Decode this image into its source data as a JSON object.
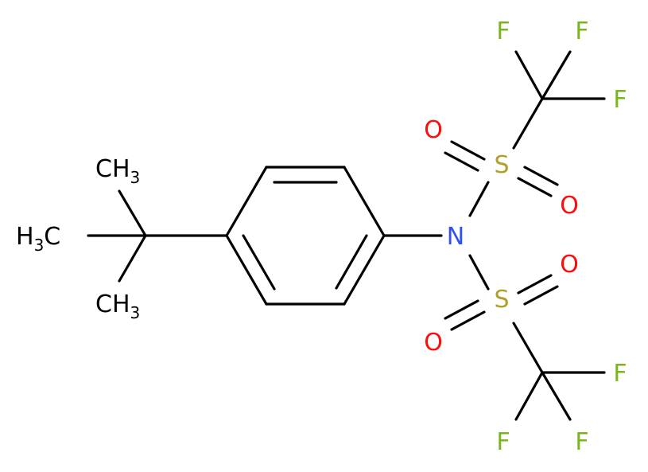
{
  "molecule": {
    "colors": {
      "bond": "#000000",
      "carbon": "#000000",
      "nitrogen": "#3050F8",
      "oxygen": "#FF0D0D",
      "sulfur": "#B2A02A",
      "fluorine": "#7AB51D"
    },
    "labels": {
      "methyl_top": {
        "main": "CH",
        "sub": "3"
      },
      "methyl_left": {
        "main": "H",
        "sub": "3",
        "tail": "C"
      },
      "methyl_bottom": {
        "main": "CH",
        "sub": "3"
      },
      "nitrogen": "N",
      "sulfur_top": "S",
      "sulfur_bottom": "S",
      "oxygen_top_left": "O",
      "oxygen_top_right": "O",
      "oxygen_bottom_right": "O",
      "oxygen_bottom_left": "O",
      "fluorine_top_1": "F",
      "fluorine_top_2": "F",
      "fluorine_top_3": "F",
      "fluorine_bottom_1": "F",
      "fluorine_bottom_2": "F",
      "fluorine_bottom_3": "F"
    }
  }
}
